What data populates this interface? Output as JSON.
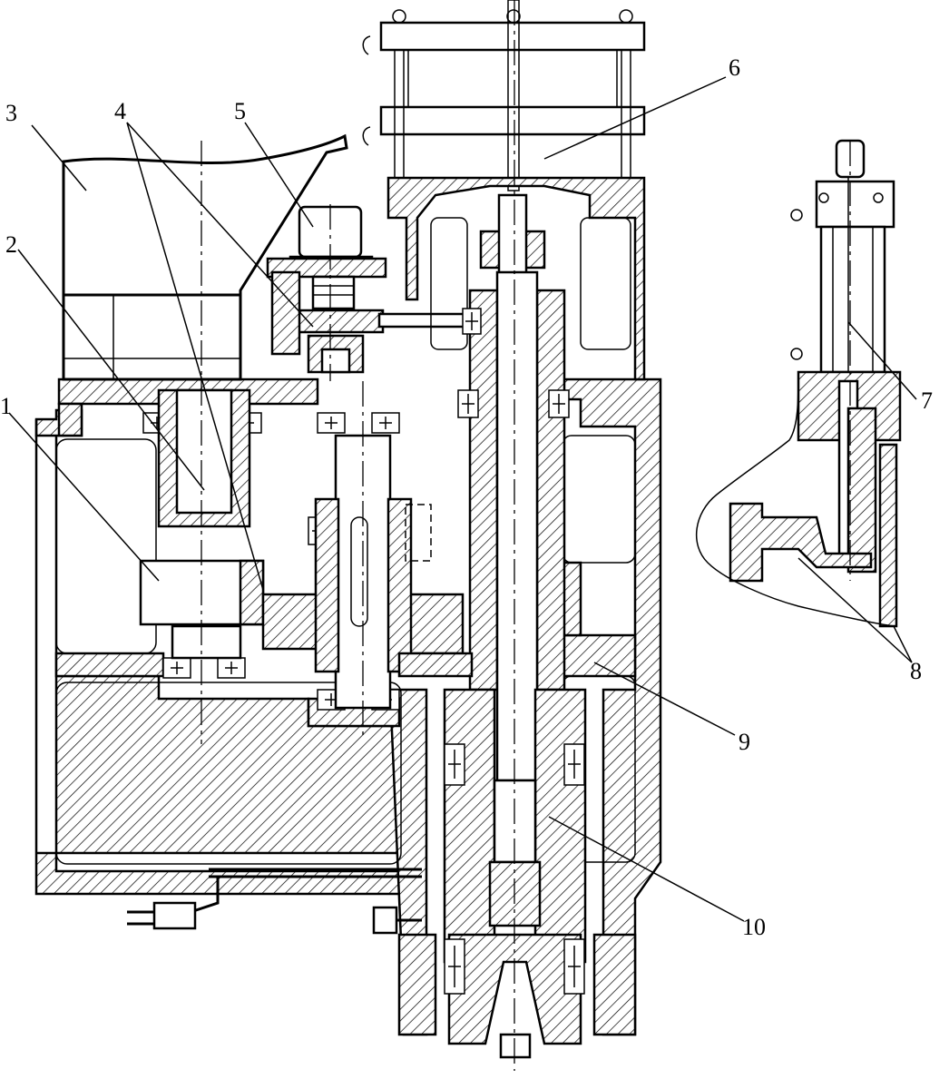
{
  "figure": {
    "callouts": [
      {
        "id": "1",
        "label": "1"
      },
      {
        "id": "2",
        "label": "2"
      },
      {
        "id": "3",
        "label": "3"
      },
      {
        "id": "4",
        "label": "4"
      },
      {
        "id": "5",
        "label": "5"
      },
      {
        "id": "6",
        "label": "6"
      },
      {
        "id": "7",
        "label": "7"
      },
      {
        "id": "8",
        "label": "8"
      },
      {
        "id": "9",
        "label": "9"
      },
      {
        "id": "10",
        "label": "10"
      }
    ],
    "colors": {
      "ink": "#000000",
      "paper": "#ffffff"
    }
  }
}
